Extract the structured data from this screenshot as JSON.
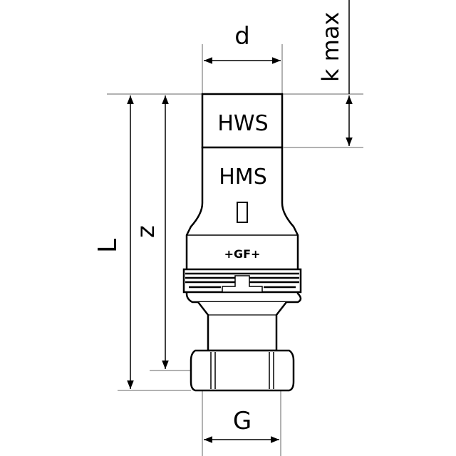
{
  "dimensions": {
    "d": "d",
    "k_max": "k max",
    "L": "L",
    "z": "z",
    "G": "G"
  },
  "fitting": {
    "upper_label": "HWS",
    "lower_label": "HMS",
    "logo": "+GF+"
  },
  "colors": {
    "line": "#000000",
    "thin": "#555555",
    "background": "#ffffff"
  }
}
